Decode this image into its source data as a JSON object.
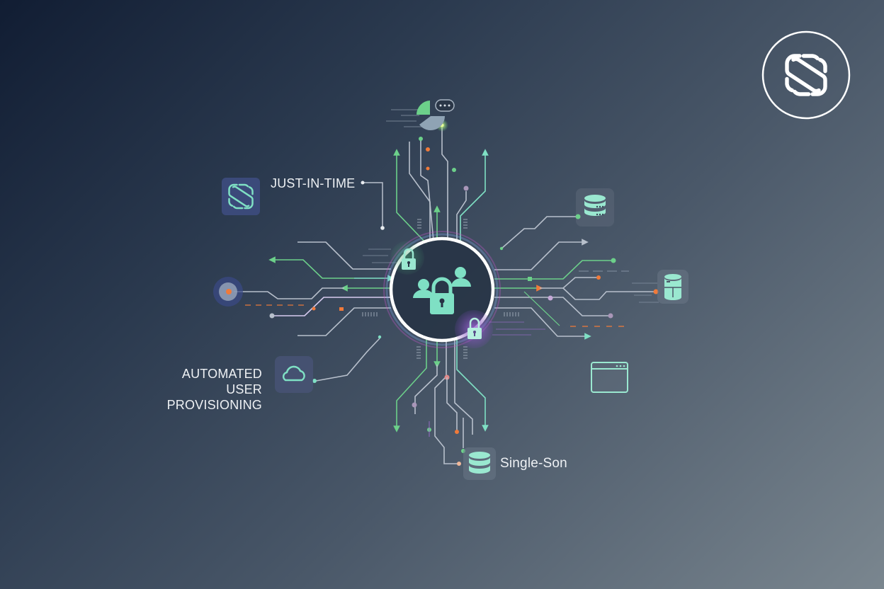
{
  "brand": {
    "logo_icon": "interlocking-s-logo",
    "logo_color": "#ffffff"
  },
  "labels": {
    "just_in_time": "JUST-IN-TIME",
    "automated_provisioning": [
      "AUTOMATED",
      "USER",
      "PROVISIONING"
    ],
    "single_sign_on": "Single-Son"
  },
  "nodes": {
    "center": {
      "icon": "users-lock-icon",
      "ring_color": "#ffffff"
    },
    "top": {
      "icon": "pie-chart-chat-icon"
    },
    "left_jit": {
      "icon": "interlocking-s-logo",
      "tile_color": "#3b4a7a"
    },
    "left_cloud": {
      "icon": "cloud-icon"
    },
    "left_target": {
      "icon": "target-node-icon"
    },
    "right_db_top": {
      "icon": "database-server-icon"
    },
    "right_db_mid": {
      "icon": "database-icon"
    },
    "right_window": {
      "icon": "browser-window-icon"
    },
    "bottom_db": {
      "icon": "database-icon"
    },
    "lock_top_left": {
      "icon": "lock-icon"
    },
    "lock_bottom_right": {
      "icon": "lock-icon"
    }
  },
  "colors": {
    "accent_mint": "#7fe0c4",
    "accent_green": "#6cd08a",
    "accent_orange": "#f07a3a",
    "accent_purple": "#9a6cc8",
    "line_gray": "#b8c0cc",
    "bg_dark": "#111d33",
    "bg_light": "#7a868f"
  }
}
